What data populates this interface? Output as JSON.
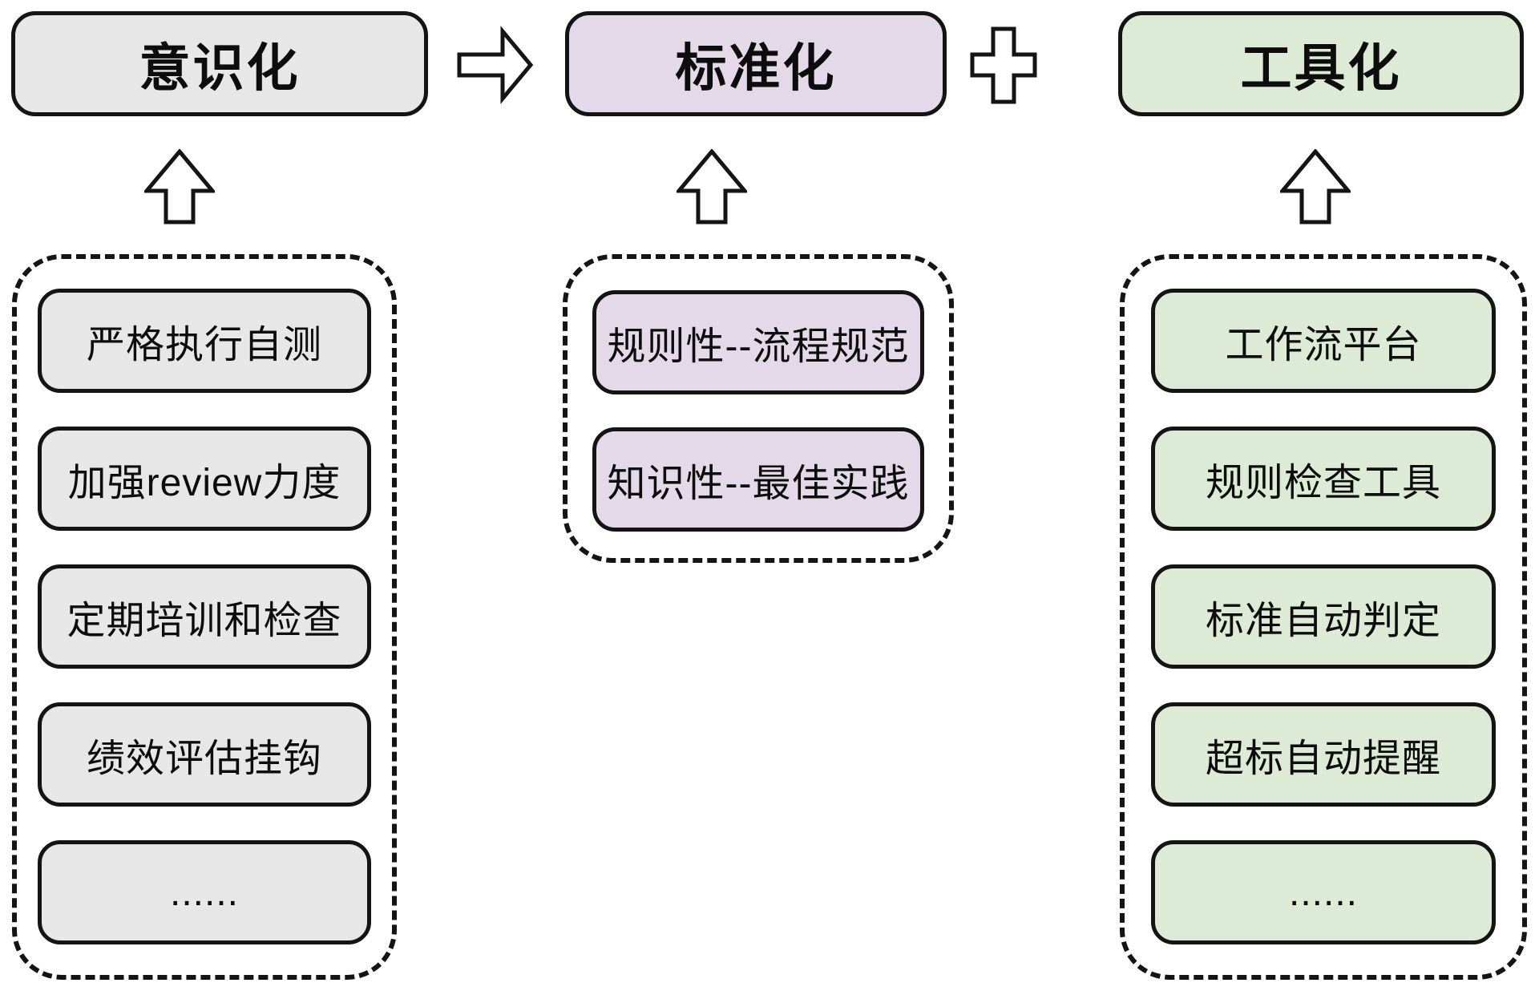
{
  "diagram": {
    "columns": [
      {
        "title": "意识化",
        "fill": "#e7e7e7",
        "items": [
          "严格执行自测",
          "加强review力度",
          "定期培训和检查",
          "绩效评估挂钩",
          "......"
        ]
      },
      {
        "title": "标准化",
        "fill": "#e4d9e9",
        "items": [
          "规则性--流程规范",
          "知识性--最佳实践"
        ]
      },
      {
        "title": "工具化",
        "fill": "#dcead6",
        "items": [
          "工作流平台",
          "规则检查工具",
          "标准自动判定",
          "超标自动提醒",
          "......"
        ]
      }
    ],
    "connectors": {
      "between_awareness_standard": "right-arrow",
      "between_standard_tooling": "plus",
      "group_to_header": "up-arrow"
    },
    "colors": {
      "border": "#141414",
      "background": "#ffffff"
    }
  }
}
